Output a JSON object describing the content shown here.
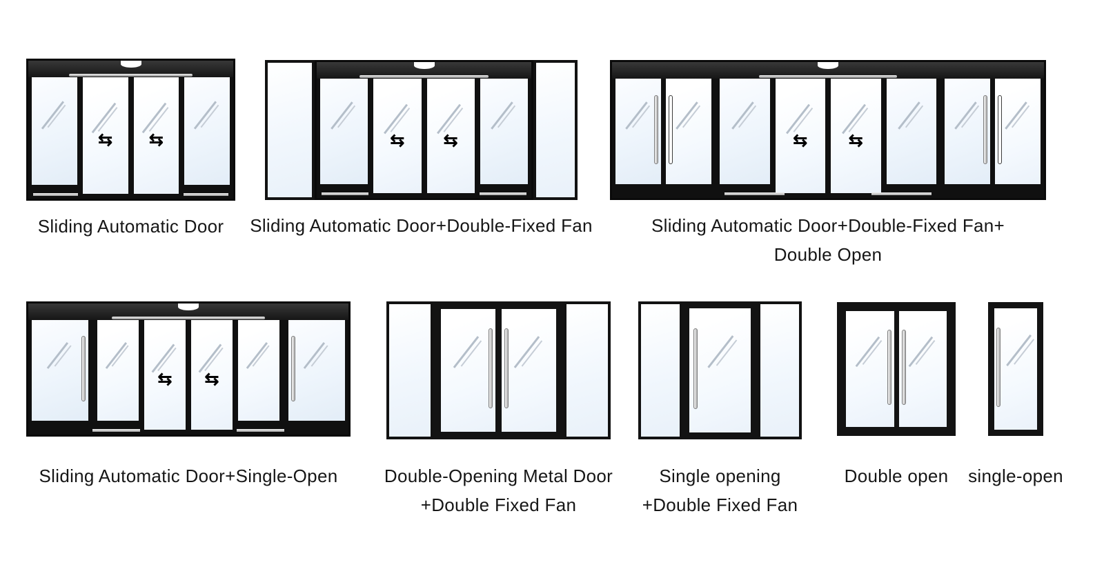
{
  "page": {
    "background": "#ffffff",
    "text_color": "#161616"
  },
  "colors": {
    "frame_black": "#101010",
    "glass_tint": "#eef5fc",
    "silver": "#c9c9c9"
  },
  "icons": {
    "slide_arrows": "⇆",
    "sensor": "motion-sensor"
  },
  "doors": [
    {
      "id": "sliding-automatic-door",
      "label": "Sliding Automatic Door"
    },
    {
      "id": "sliding-automatic-door-double-fixed-fan",
      "label": "Sliding Automatic Door+Double-Fixed Fan"
    },
    {
      "id": "sliding-automatic-door-double-fixed-fan-double-open",
      "label": "Sliding Automatic Door+Double-Fixed Fan+\nDouble Open"
    },
    {
      "id": "sliding-automatic-door-single-open",
      "label": "Sliding Automatic Door+Single-Open"
    },
    {
      "id": "double-opening-metal-door-double-fixed-fan",
      "label": "Double-Opening Metal Door\n+Double Fixed Fan"
    },
    {
      "id": "single-opening-double-fixed-fan",
      "label": "Single opening\n+Double Fixed Fan"
    },
    {
      "id": "double-open",
      "label": "Double open"
    },
    {
      "id": "single-open",
      "label": "single-open"
    }
  ]
}
